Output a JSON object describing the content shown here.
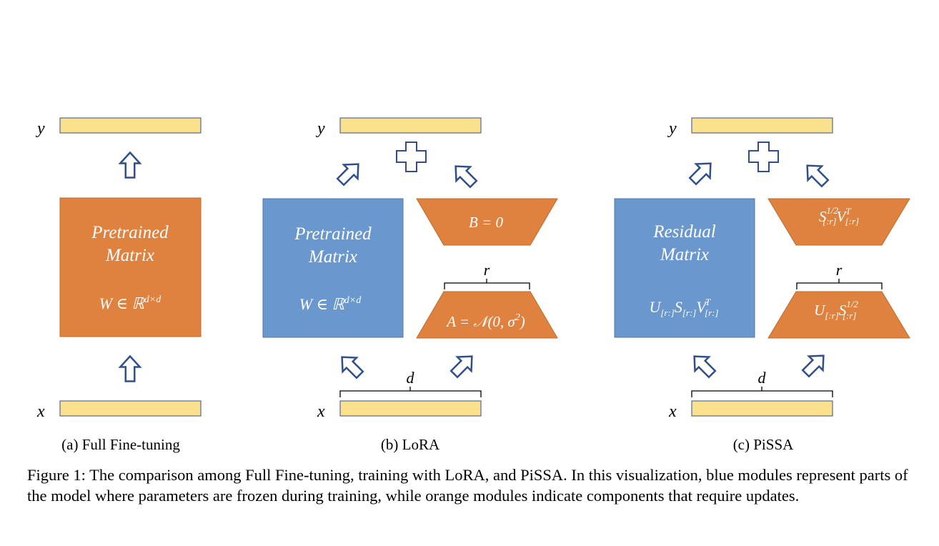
{
  "colors": {
    "orange": "#E0823F",
    "orange_border": "#C06A2A",
    "blue": "#6B97CF",
    "blue_border": "#4F79AD",
    "yellow": "#FBE08E",
    "arrow_stroke": "#2F4F8A"
  },
  "panel_a": {
    "y_label": "y",
    "x_label": "x",
    "matrix_title_line1": "Pretrained",
    "matrix_title_line2": "Matrix",
    "matrix_formula": {
      "base": "W ∈ ℝ",
      "sup": "d×d"
    },
    "caption": "(a) Full Fine-tuning"
  },
  "panel_b": {
    "y_label": "y",
    "x_label": "x",
    "matrix_title_line1": "Pretrained",
    "matrix_title_line2": "Matrix",
    "matrix_formula": {
      "base": "W ∈ ℝ",
      "sup": "d×d"
    },
    "top_module": "B = 0",
    "bottom_module": {
      "base": "A = 𝒩(0, σ",
      "sup": "2",
      "end": ")"
    },
    "rank_label": "r",
    "dim_label": "d",
    "caption": "(b) LoRA"
  },
  "panel_c": {
    "y_label": "y",
    "x_label": "x",
    "matrix_title_line1": "Residual",
    "matrix_title_line2": "Matrix",
    "matrix_formula": {
      "u": "U",
      "u_sub": "[r:]",
      "s": "S",
      "s_sub": "[r:]",
      "v": "V",
      "v_sup": "T",
      "v_sub": "[r:]"
    },
    "top_module": {
      "s": "S",
      "s_sup": "1/2",
      "s_sub": "[:r]",
      "v": "V",
      "v_sup": "T",
      "v_sub": "[:r]"
    },
    "bottom_module": {
      "u": "U",
      "u_sub": "[:r]",
      "s": "S",
      "s_sup": "1/2",
      "s_sub": "[:r]"
    },
    "rank_label": "r",
    "dim_label": "d",
    "caption": "(c) PiSSA"
  },
  "figure_caption": "Figure 1: The comparison among Full Fine-tuning, training with LoRA, and PiSSA. In this visualization, blue modules represent parts of the model where parameters are frozen during training, while orange modules indicate components that require updates."
}
